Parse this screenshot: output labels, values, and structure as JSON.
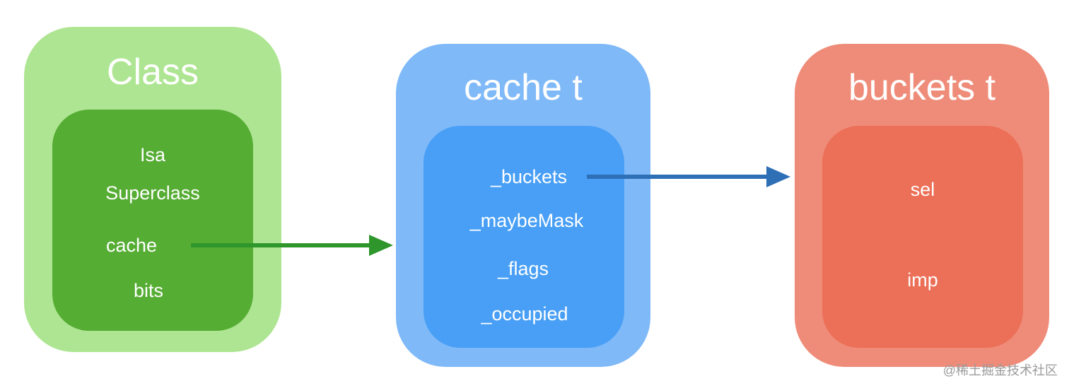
{
  "diagram": {
    "class_box": {
      "title": "Class",
      "fields": [
        "Isa",
        "Superclass",
        "cache",
        "bits"
      ],
      "outer_color": "#aee592",
      "inner_color": "#56ad34"
    },
    "cache_box": {
      "title": "cache t",
      "fields": [
        "_buckets",
        "_maybeMask",
        "_flags",
        "_occupied"
      ],
      "outer_color": "#7fb9f8",
      "inner_color": "#489ff5"
    },
    "buckets_box": {
      "title": "buckets t",
      "fields": [
        "sel",
        "imp"
      ],
      "outer_color": "#ef8c79",
      "inner_color": "#ec6f57"
    },
    "arrows": [
      {
        "from": "cache",
        "to": "cache t",
        "color": "#2f962c"
      },
      {
        "from": "_buckets",
        "to": "buckets t",
        "color": "#2e6fb6"
      }
    ]
  },
  "watermark": "@稀土掘金技术社区"
}
